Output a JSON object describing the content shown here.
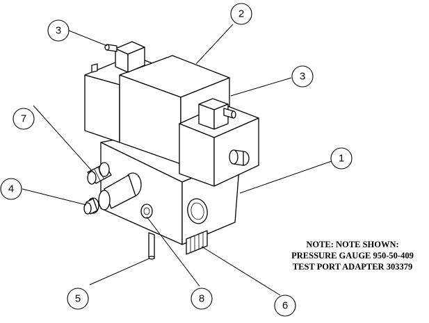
{
  "callouts": [
    {
      "id": "1",
      "label": "1"
    },
    {
      "id": "2",
      "label": "2"
    },
    {
      "id": "3a",
      "label": "3"
    },
    {
      "id": "3b",
      "label": "3"
    },
    {
      "id": "4",
      "label": "4"
    },
    {
      "id": "5",
      "label": "5"
    },
    {
      "id": "6",
      "label": "6"
    },
    {
      "id": "7",
      "label": "7"
    },
    {
      "id": "8",
      "label": "8"
    }
  ],
  "note": {
    "line1": "NOTE: NOTE SHOWN:",
    "line2": "PRESSURE GAUGE 950-50-409",
    "line3": "TEST PORT ADAPTER 303379"
  }
}
